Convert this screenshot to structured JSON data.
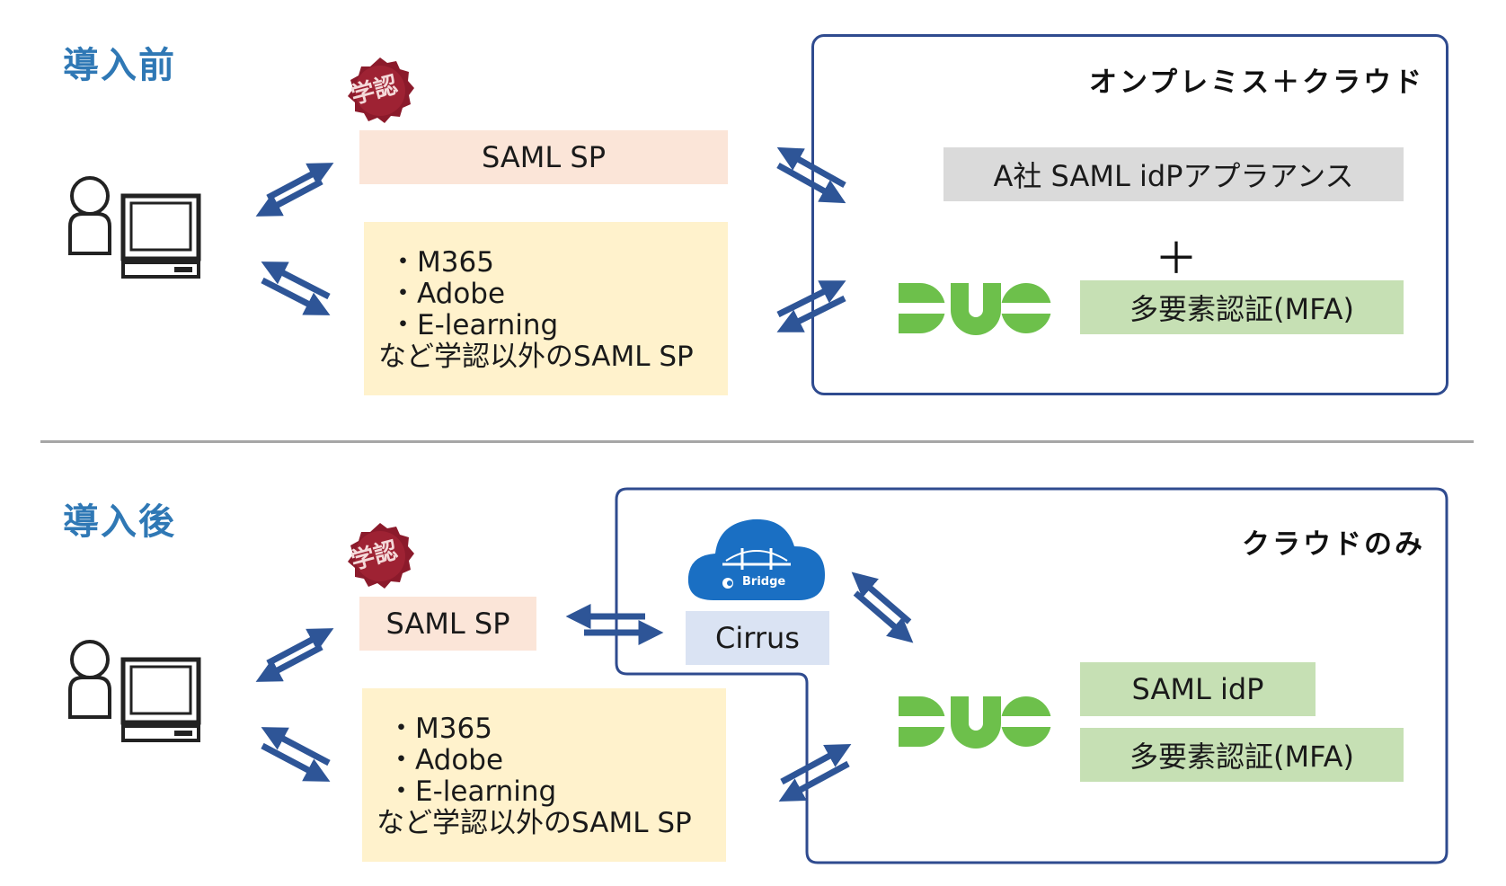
{
  "before": {
    "heading": "導入前",
    "box_title": "オンプレミス＋クラウド",
    "saml_sp": "SAML SP",
    "other_sp": {
      "items": [
        "・M365",
        "・Adobe",
        "・E-learning"
      ],
      "caption": "など学認以外のSAML SP"
    },
    "idp_appliance": "A社 SAML idPアプラアンス",
    "plus": "＋",
    "mfa": "多要素認証(MFA)"
  },
  "after": {
    "heading": "導入後",
    "box_title": "クラウドのみ",
    "saml_sp": "SAML SP",
    "cirrus": "Cirrus",
    "bridge_label": "Bridge",
    "other_sp": {
      "items": [
        "・M365",
        "・Adobe",
        "・E-learning"
      ],
      "caption": "など学認以外のSAML SP"
    },
    "saml_idp": "SAML idP",
    "mfa": "多要素認証(MFA)"
  },
  "gakunin_logo_text": "学認",
  "duo_logo_text": "DUO",
  "colors": {
    "heading": "#2f78b5",
    "arrow": "#2e5597",
    "box_border": "#2f4b8f",
    "duo_green": "#6dc04b",
    "seal": "#8b1a2b",
    "cloud": "#1a6fc3"
  },
  "icons": {
    "user": "user-with-computer-icon",
    "gakunin": "gakunin-seal-logo",
    "duo": "duo-logo",
    "cloud": "cirrus-bridge-cloud-icon"
  }
}
